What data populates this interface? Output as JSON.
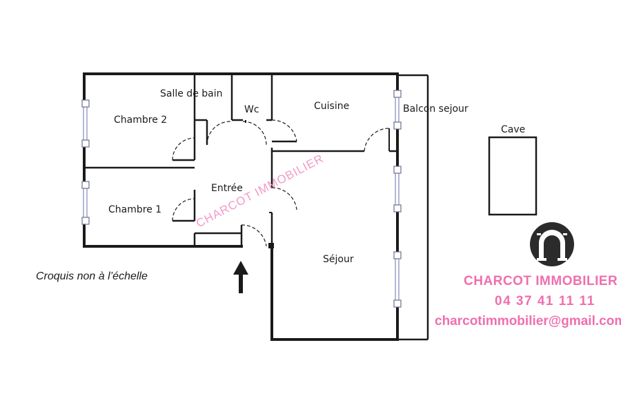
{
  "rooms": {
    "salle_de_bain": "Salle de bain",
    "wc": "Wc",
    "cuisine": "Cuisine",
    "balcon_sejour": "Balcon sejour",
    "chambre_2": "Chambre 2",
    "entree": "Entrée",
    "chambre_1": "Chambre 1",
    "sejour": "Séjour",
    "cave": "Cave"
  },
  "watermark": "CHARCOT IMMOBILIER",
  "note": "Croquis non à l’échelle",
  "agency": {
    "name": "CHARCOT IMMOBILIER",
    "phone": "04 37 41 11 11",
    "email": "charcotimmobilier@gmail.com"
  },
  "colors": {
    "wall": "#1a1a1a",
    "window": "#9aa0c8",
    "brand_pink": "#ef6fae",
    "watermark_pink": "#f29ac8",
    "logo_dark": "#2b2b2b"
  },
  "icons": {
    "entrance": "arrow-up-icon",
    "logo": "arch-logo-icon"
  }
}
